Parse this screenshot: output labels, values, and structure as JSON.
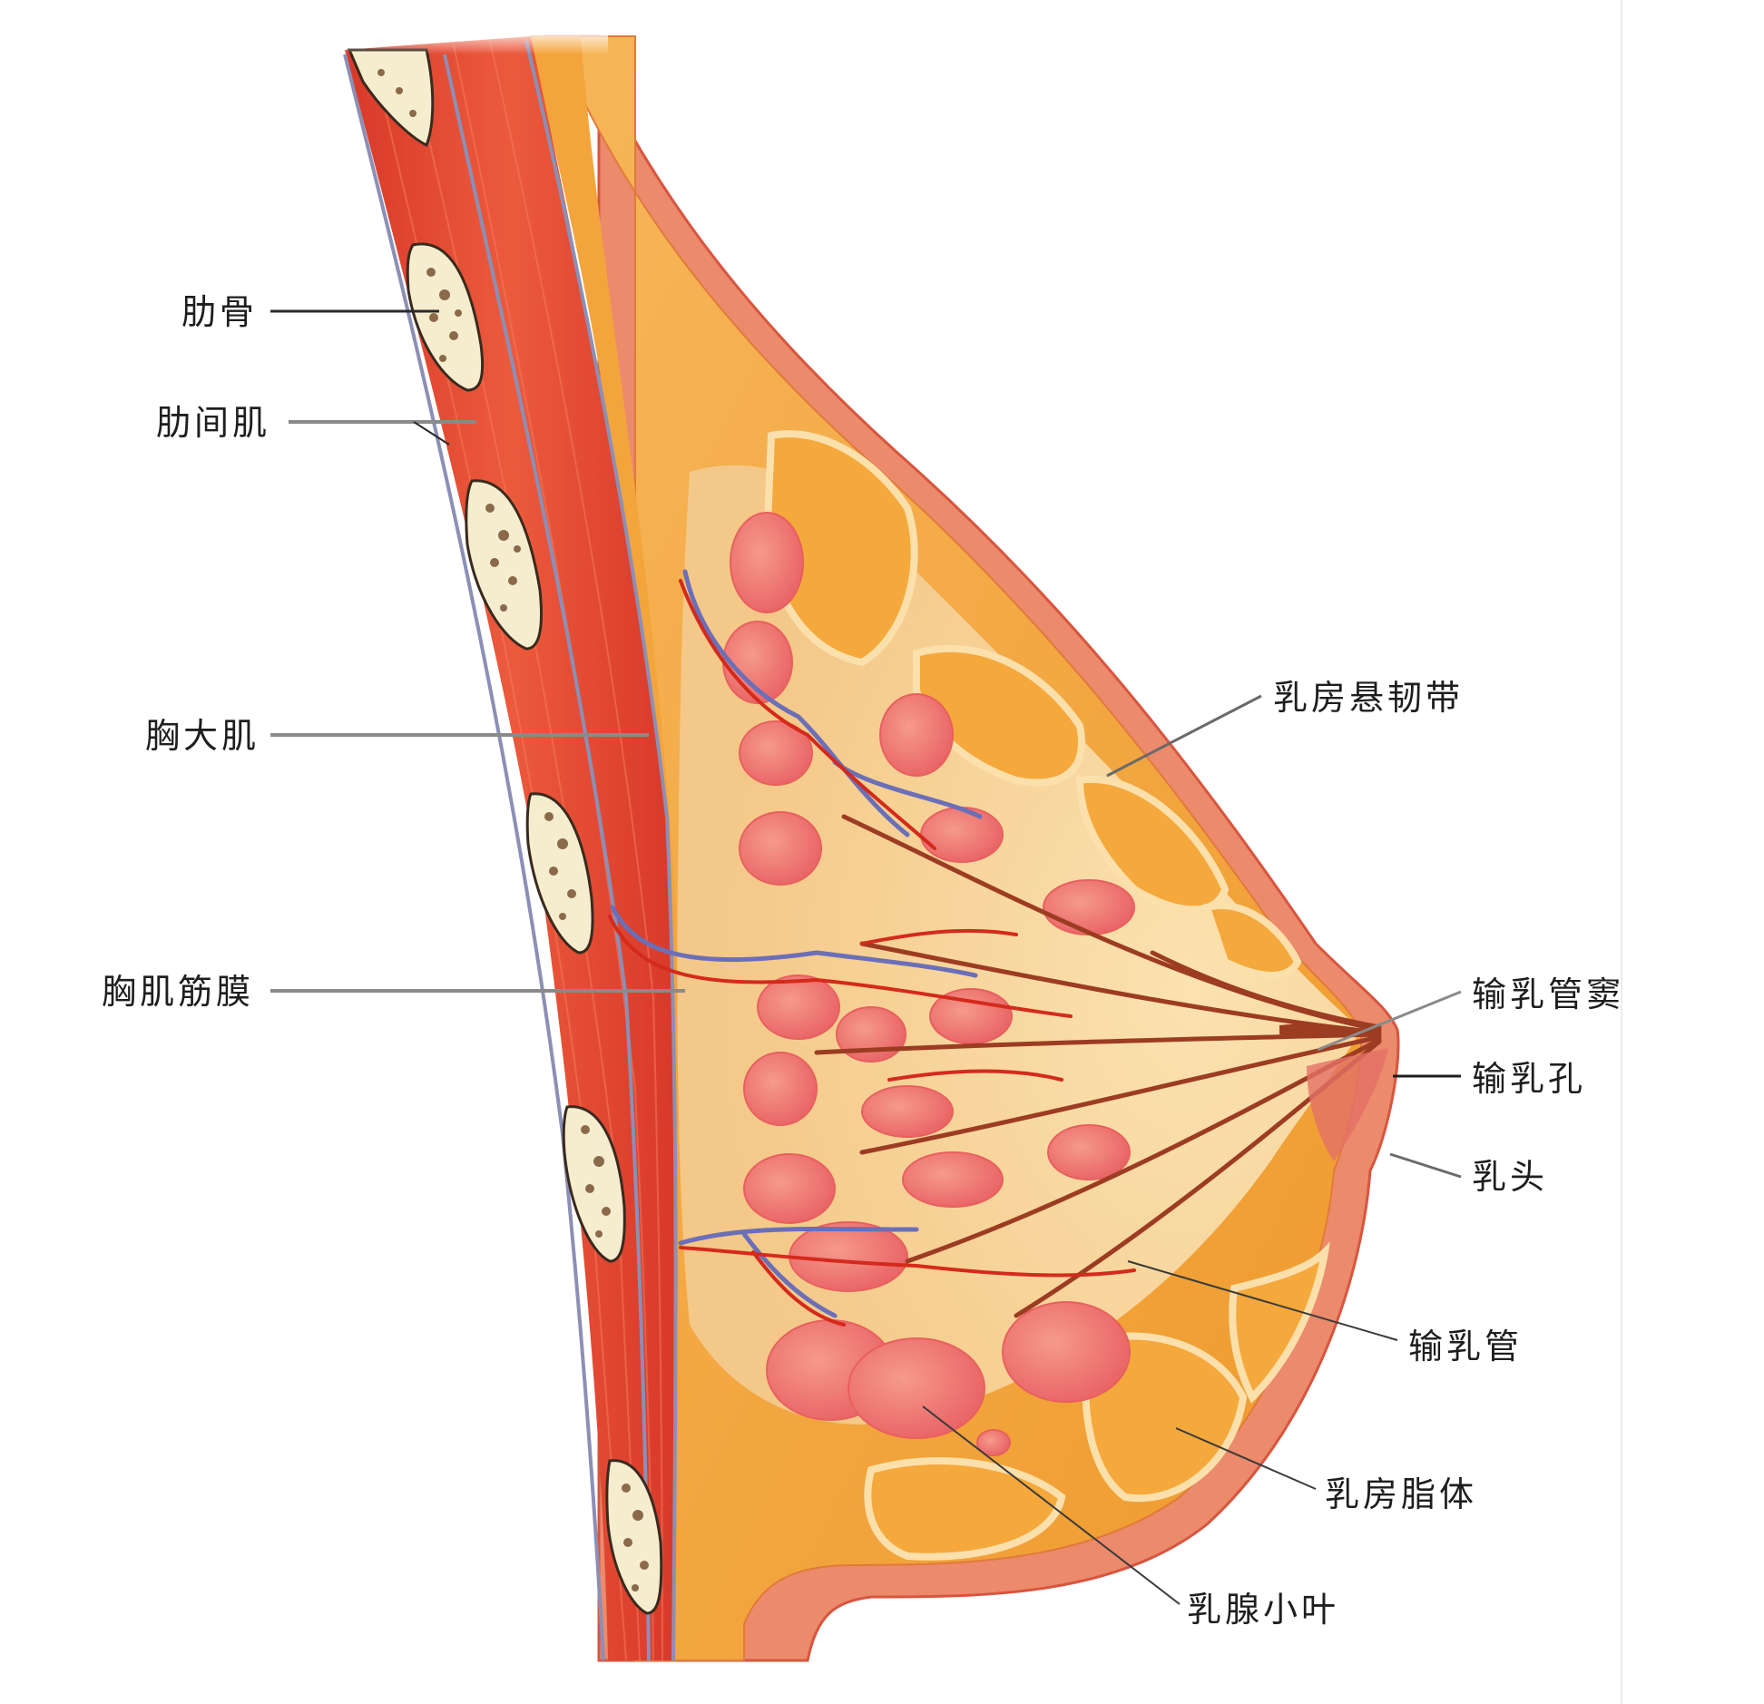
{
  "figure": {
    "type": "anatomical-diagram",
    "subject": "breast sagittal section",
    "colors": {
      "background": "#ffffff",
      "muscle": "#e2452f",
      "muscle_dark": "#c93424",
      "fascia": "#8c8fb5",
      "bone_fill": "#f6edcf",
      "bone_pores": "#8a6a4a",
      "fat": "#f2a032",
      "fat_light": "#f8c170",
      "stroma": "#f7d9a0",
      "skin": "#ec8a6c",
      "skin_edge": "#d8553e",
      "lobule": "#ec6a6c",
      "duct": "#9c3c22",
      "artery": "#d42a1c",
      "vein": "#6b6fb8",
      "leader_dark": "#2a2a2a",
      "leader_gray": "#8a8a8a"
    }
  },
  "labels_left": [
    {
      "id": "rib",
      "text": "肋骨"
    },
    {
      "id": "intercostal-muscle",
      "text": "肋间肌"
    },
    {
      "id": "pectoralis-major",
      "text": "胸大肌"
    },
    {
      "id": "pectoral-fascia",
      "text": "胸肌筋膜"
    }
  ],
  "labels_right": [
    {
      "id": "suspensory-ligament",
      "text": "乳房悬韧带"
    },
    {
      "id": "lactiferous-sinus",
      "text": "输乳管窦"
    },
    {
      "id": "lactiferous-pore",
      "text": "输乳孔"
    },
    {
      "id": "nipple",
      "text": "乳头"
    },
    {
      "id": "lactiferous-duct",
      "text": "输乳管"
    },
    {
      "id": "breast-fat-body",
      "text": "乳房脂体"
    },
    {
      "id": "mammary-lobule",
      "text": "乳腺小叶"
    }
  ]
}
